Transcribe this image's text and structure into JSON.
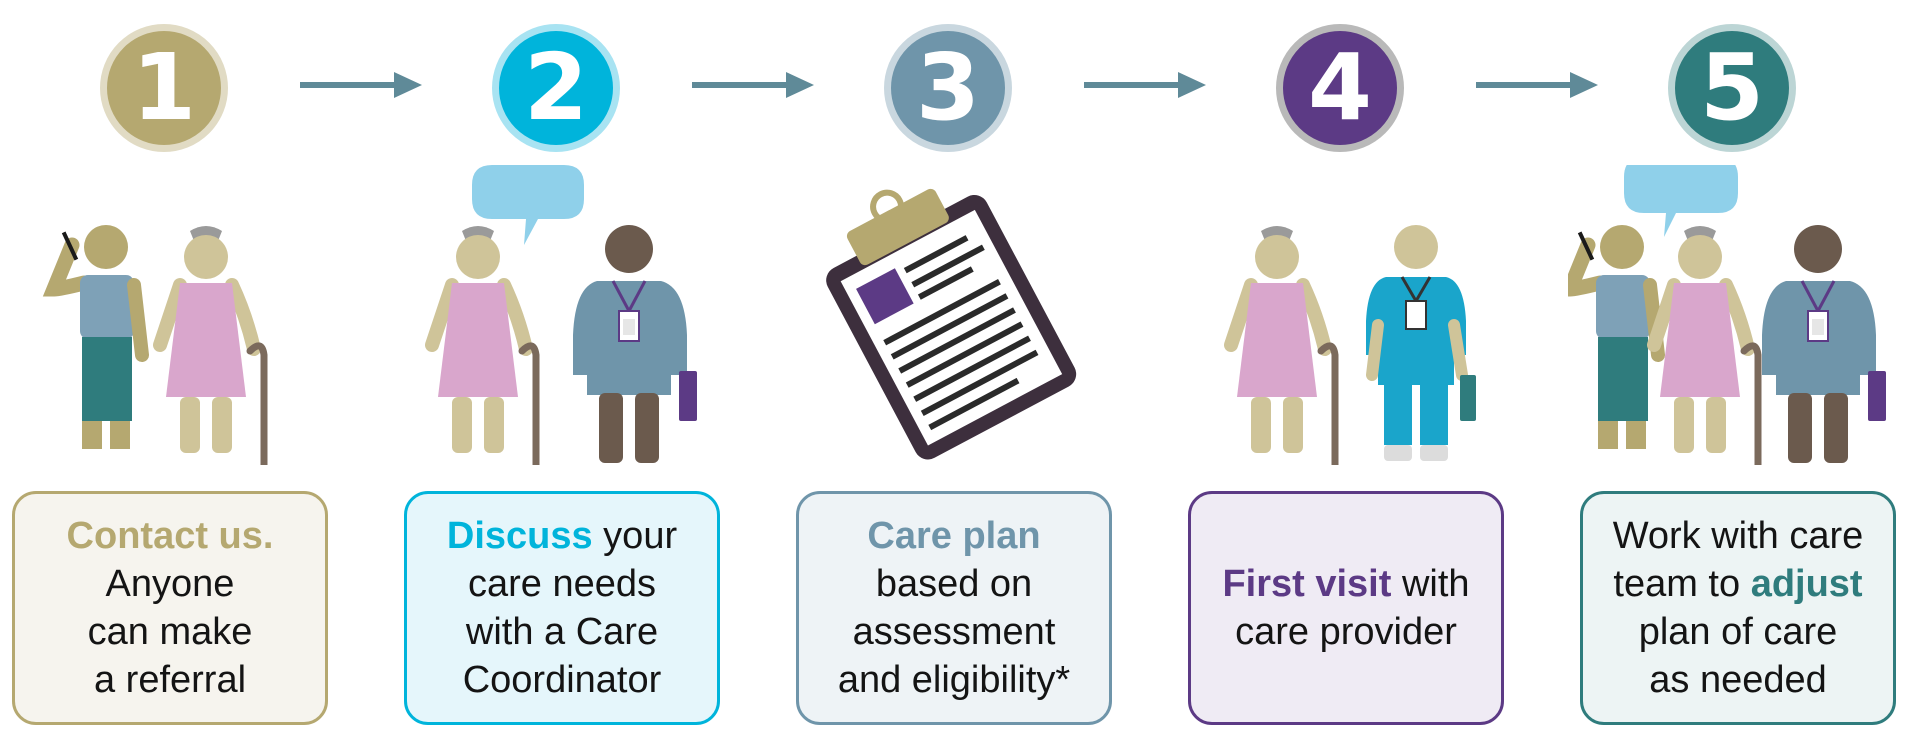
{
  "colors": {
    "step1": "#b5a870",
    "step2": "#00b4db",
    "step3": "#6f95aa",
    "step4": "#5c3a85",
    "step5": "#2f7c7d",
    "arrow": "#5f8a98"
  },
  "steps": [
    {
      "number": "1",
      "illustration": "phone-caller-and-elderly-person-icon",
      "card": {
        "highlight": "Contact us.",
        "line1": "Anyone",
        "line2": "can make",
        "line3": "a referral"
      }
    },
    {
      "number": "2",
      "illustration": "elderly-person-talking-with-coordinator-icon",
      "card": {
        "highlight": "Discuss",
        "after": " your",
        "line1": "care needs",
        "line2": "with a Care",
        "line3": "Coordinator"
      }
    },
    {
      "number": "3",
      "illustration": "clipboard-icon",
      "card": {
        "highlight": "Care plan",
        "line1": "based on",
        "line2": "assessment",
        "line3": "and eligibility*"
      }
    },
    {
      "number": "4",
      "illustration": "elderly-person-with-care-provider-icon",
      "card": {
        "highlight": "First visit",
        "after": " with",
        "line1": "care provider"
      }
    },
    {
      "number": "5",
      "illustration": "care-team-group-icon",
      "card": {
        "line0": "Work with care",
        "before": "team to ",
        "highlight": "adjust",
        "line1": "plan of care",
        "line2": "as needed"
      }
    }
  ]
}
